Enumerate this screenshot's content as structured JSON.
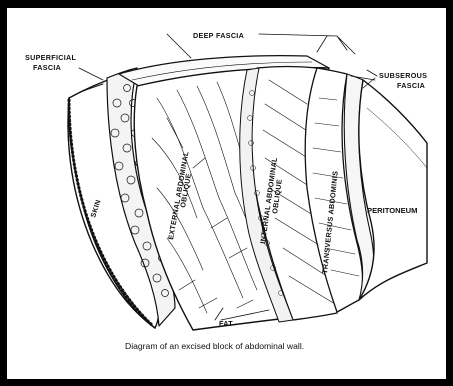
{
  "diagram": {
    "caption": "Diagram of an excised block of abdominal wall.",
    "labels": {
      "deep_fascia": "DEEP FASCIA",
      "superficial_1": "SUPERFICIAL",
      "superficial_2": "FASCIA",
      "subserous_1": "SUBSEROUS",
      "subserous_2": "FASCIA",
      "skin": "SKIN",
      "external_1": "EXTERNAL ABDOMINAL",
      "external_2": "OBLIQUE",
      "internal_1": "INTERNAL ABDOMINAL",
      "internal_2": "OBLIQUE",
      "transversus": "TRANSVERSUS ABDOMINIS",
      "peritoneum": "PERITONEUM",
      "fat": "FAT"
    }
  }
}
